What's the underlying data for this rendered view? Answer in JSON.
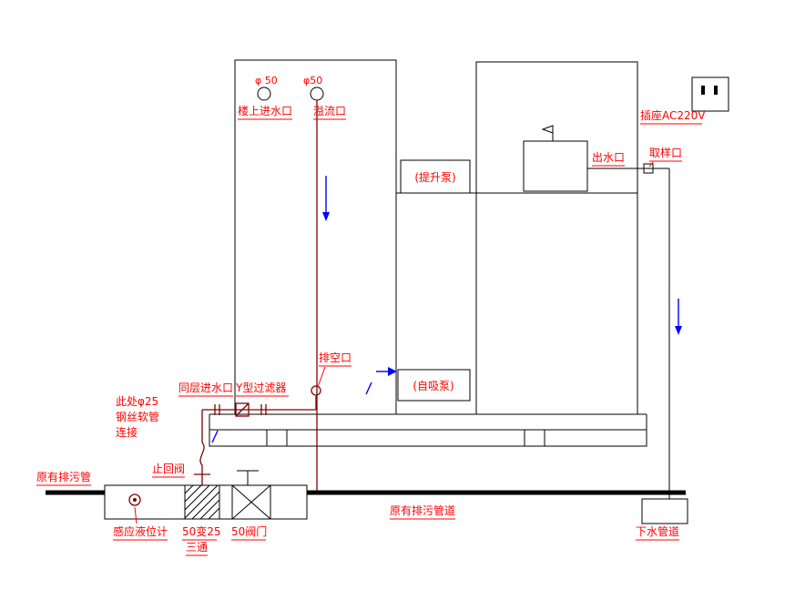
{
  "diagram": {
    "colors": {
      "outline": "#000000",
      "pipe": "#800000",
      "label": "#ff0000",
      "flow_arrow": "#0000ff",
      "background": "#ffffff"
    },
    "top": {
      "phi50_left": "φ 50",
      "phi50_right": "φ50",
      "upstairs_inlet": "楼上进水口",
      "overflow_port": "溢流口"
    },
    "pumps": {
      "lift_pump": "(提升泵)",
      "self_priming_pump": "(自吸泵)"
    },
    "right": {
      "outlet": "出水口",
      "sampling_port": "取样口",
      "socket": "插座AC220V",
      "downpipe": "下水管道"
    },
    "middle": {
      "drain_port": "排空口",
      "same_floor_inlet": "同层进水口",
      "y_filter": "Y型过滤器",
      "hose_note_line1": "此处φ25",
      "hose_note_line2": "钢丝软管",
      "hose_note_line3": "连接"
    },
    "bottom": {
      "existing_sewage_pipe": "原有排污管",
      "check_valve": "止回阀",
      "level_sensor": "感应液位计",
      "reducer_tee_line1": "50变25",
      "reducer_tee_line2": "三通",
      "valve_50": "50阀门",
      "existing_sewage_pipeline": "原有排污管道"
    }
  }
}
